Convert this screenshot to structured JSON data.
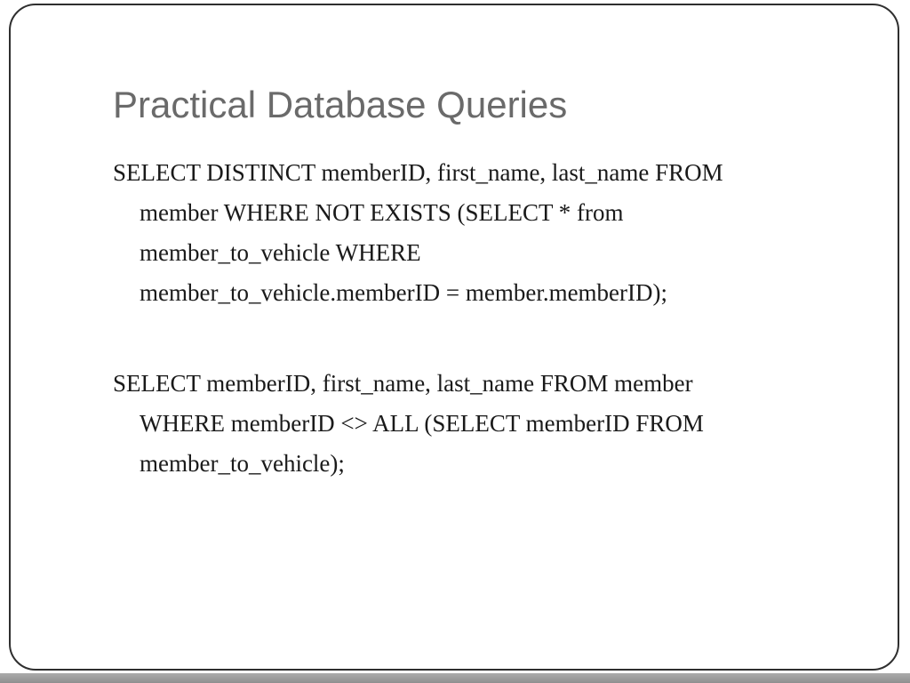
{
  "slide": {
    "title": "Practical Database Queries",
    "paragraphs": [
      {
        "lines": [
          "SELECT DISTINCT memberID, first_name, last_name FROM",
          "member WHERE NOT EXISTS (SELECT * from",
          "member_to_vehicle WHERE",
          "member_to_vehicle.memberID = member.memberID);"
        ]
      },
      {
        "lines": [
          "SELECT memberID, first_name, last_name FROM member",
          "WHERE memberID <> ALL (SELECT memberID FROM",
          "member_to_vehicle);"
        ]
      }
    ],
    "colors": {
      "title": "#6a6a6a",
      "body": "#1a1a1a",
      "slide_border": "#2f2f2f",
      "bottom_bar": "#9b9b9b",
      "background": "#ffffff"
    }
  }
}
